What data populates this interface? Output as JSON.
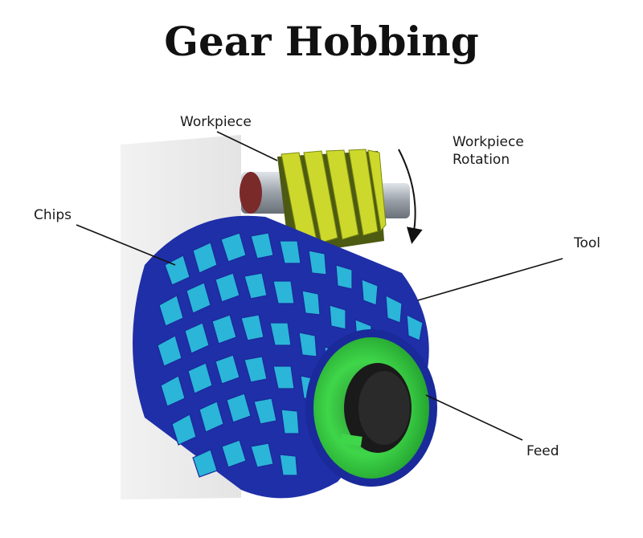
{
  "title": "Gear Hobbing",
  "labels": {
    "workpiece": "Workpiece",
    "workpiece_rotation_line1": "Workpiece",
    "workpiece_rotation_line2": "Rotation",
    "chips": "Chips",
    "tool": "Tool",
    "feed": "Feed"
  },
  "colors": {
    "hob_teeth_light": "#2bb5d8",
    "hob_teeth_dark": "#2a3fc0",
    "hob_hub": "#2fbf3a",
    "gear_teeth": "#c9d42a",
    "shaft": "#9aa0a8",
    "shaft_end": "#8a3030",
    "background_wall": "#ececec"
  }
}
